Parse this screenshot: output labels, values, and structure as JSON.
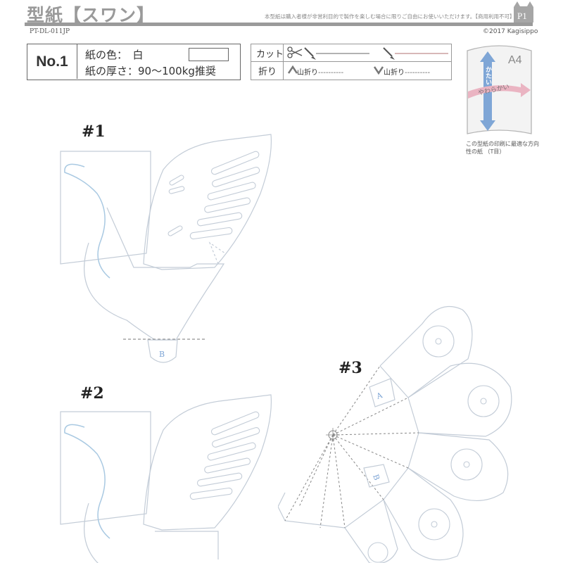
{
  "header": {
    "title": "型紙【スワン】",
    "notice": "本型紙は購入者様が非営利目的で製作を楽しむ場合に限りご自由にお使いいただけます。【商用利用不可】",
    "code": "PT-DL-011JP",
    "copyright": "©2017 Kagisippo",
    "page_badge": "P1"
  },
  "spec": {
    "number": "No.1",
    "color_line": "紙の色：　白",
    "thickness_line": "紙の厚さ：90〜100kg推奨"
  },
  "legend": {
    "cut_label": "カット",
    "fold_label": "折り",
    "mountain_label": "山折り",
    "valley_label": "山折り"
  },
  "paper": {
    "size": "A4",
    "stiff_label": "かたい",
    "soft_label": "やわらかい",
    "note": "この型紙の印刷に最適な方向性の紙 （T目）"
  },
  "parts": {
    "label1": "#1",
    "label2": "#2",
    "label3": "#3",
    "tab_b1": "B",
    "tab_a": "A",
    "tab_b2": "B"
  },
  "colors": {
    "line": "#c3ccd7",
    "neck": "#a9c9e2",
    "heading_gray": "#9a9a9a",
    "arrow_blue": "#7fa6d6",
    "arrow_pink": "#eab4c2"
  }
}
